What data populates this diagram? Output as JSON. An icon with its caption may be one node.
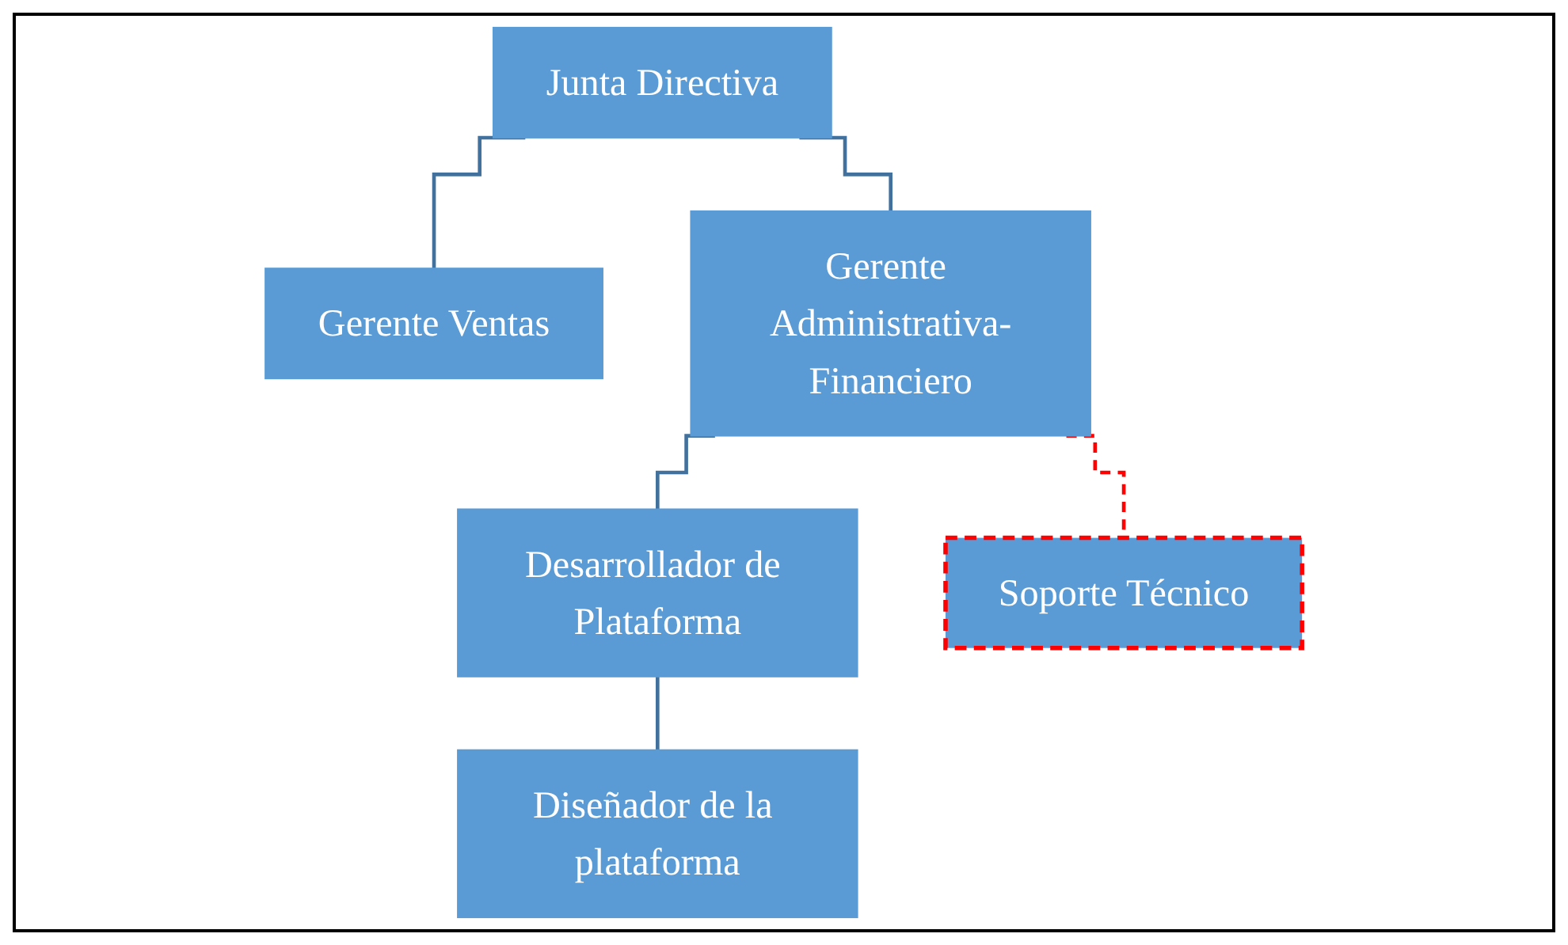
{
  "diagram": {
    "nodes": [
      {
        "text": [
          "Junta Directiva"
        ]
      },
      {
        "text": [
          "Gerente Ventas"
        ]
      },
      {
        "text": [
          "Gerente Administrativa-Financiero"
        ]
      },
      {
        "text": [
          "Desarrollador de Plataforma"
        ]
      },
      {
        "text": [
          "Soporte Técnico"
        ]
      },
      {
        "text": [
          "Diseñador de la plataforma"
        ]
      }
    ],
    "edges": [
      {
        "from": 0,
        "to": 1,
        "arrow": "none"
      },
      {
        "from": 0,
        "to": 2,
        "arrow": "none"
      },
      {
        "from": 2,
        "to": 3,
        "arrow": "none"
      },
      {
        "from": 2,
        "to": 4,
        "arrow": "none",
        "style": "dashed",
        "color": "#ff0000"
      },
      {
        "from": 3,
        "to": 5,
        "arrow": "none"
      }
    ]
  }
}
